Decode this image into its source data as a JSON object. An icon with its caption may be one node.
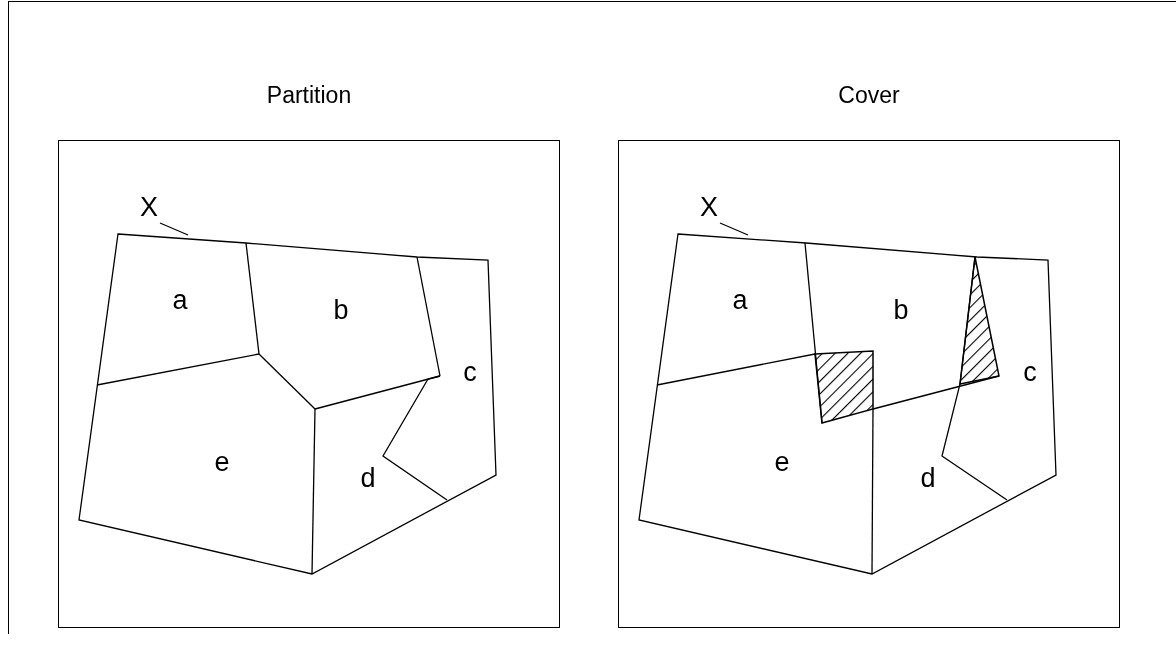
{
  "diagram": {
    "nodes": [
      {
        "text": [
          "Partition"
        ]
      },
      {
        "text": [
          "X"
        ],
        "in": 0
      },
      {
        "text": [],
        "shape": "picture",
        "in": 0
      },
      {
        "text": [
          "Cover"
        ]
      },
      {
        "text": [
          "X"
        ],
        "in": 3
      },
      {
        "text": [],
        "shape": "picture",
        "in": 3
      }
    ],
    "edges": [
      {
        "from": 1,
        "to": 2,
        "arrow": "none"
      },
      {
        "from": 4,
        "to": 5,
        "arrow": "none"
      }
    ],
    "labels": [
      "a",
      "b",
      "c",
      "e",
      "d",
      "a",
      "b",
      "c",
      "e",
      "d"
    ]
  }
}
